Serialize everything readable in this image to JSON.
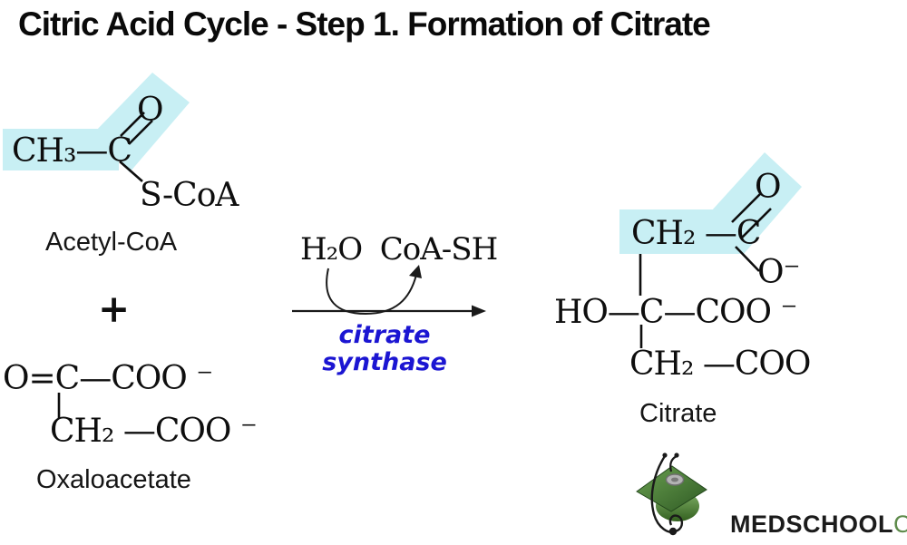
{
  "title": "Citric Acid Cycle - Step 1. Formation of Citrate",
  "colors": {
    "highlight_cyan": "#c8eff4",
    "enzyme_blue": "#1b15d2",
    "bond_black": "#0e0e0e",
    "logo_green": "#5e8b4b",
    "logo_dark_green": "#2f5a24",
    "logo_light_green": "#5d9448"
  },
  "acetyl_coa": {
    "formula_main": "CH₃—C",
    "oxygen": "O",
    "thioester": "S-CoA",
    "label": "Acetyl-CoA"
  },
  "plus_sign": "+",
  "oxaloacetate": {
    "line1": "O=C—COO ⁻",
    "line2": "CH₂ —COO ⁻",
    "label": "Oxaloacetate"
  },
  "reaction": {
    "reactants_above_arrow": "H₂O  CoA-SH",
    "enzyme_line1": "citrate",
    "enzyme_line2": "synthase"
  },
  "citrate": {
    "line1": "CH₂ —C",
    "oxygen": "O",
    "o_minus": "O⁻",
    "line2": "HO—C—COO ⁻",
    "line3": "CH₂ —COO",
    "label": "Citrate"
  },
  "logo": {
    "icon": "graduation-cap-stethoscope-icon",
    "text_black": "MEDSCHOOL",
    "text_green": "COACH"
  }
}
